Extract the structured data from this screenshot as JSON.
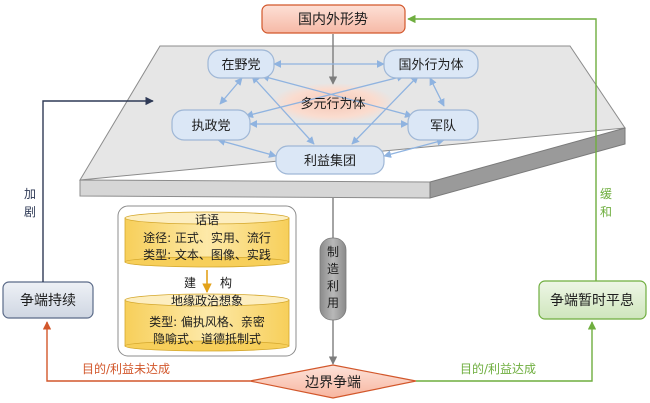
{
  "top_box": {
    "label": "国内外形势"
  },
  "actors": {
    "opposition": "在野党",
    "foreign": "国外行为体",
    "ruling": "执政党",
    "military": "军队",
    "interest_groups": "利益集团",
    "center": "多元行为体"
  },
  "discourse": {
    "title": "话语",
    "line1": "途径: 正式、实用、流行",
    "line2": "类型: 文本、图像、实践"
  },
  "construct": {
    "left": "建",
    "right": "构"
  },
  "imagination": {
    "title": "地缘政治想象",
    "line1": "类型: 偏执风格、亲密",
    "line2": "隐喻式、道德抵制式"
  },
  "manufacture_label": [
    "制",
    "造",
    "利",
    "用"
  ],
  "left_side": {
    "box": "争端持续",
    "arrow_label": [
      "加",
      "剧"
    ]
  },
  "right_side": {
    "box": "争端暂时平息",
    "arrow_label": [
      "缓",
      "和"
    ]
  },
  "bottom": {
    "diamond": "边界争端",
    "left_label": "目的/利益未达成",
    "right_label": "目的/利益达成"
  },
  "colors": {
    "node_fill": "#dbe7f6",
    "node_stroke": "#9fb7d6",
    "arrow_blue": "#8fb3e0",
    "green": "#6fae3f",
    "orange": "#d2572b",
    "dark": "#2f3a56",
    "cylinder_fill": "#fbe08e"
  }
}
